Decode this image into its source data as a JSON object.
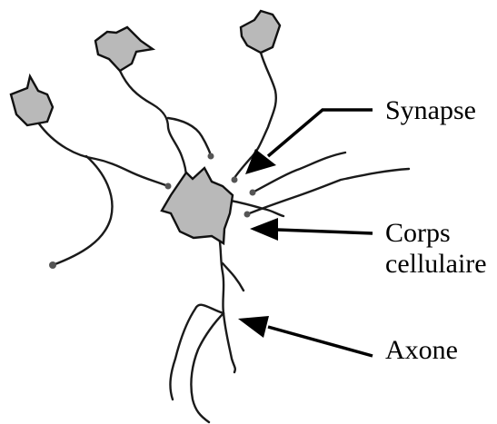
{
  "labels": {
    "synapse": "Synapse",
    "corps_line1": "Corps",
    "corps_line2": "cellulaire",
    "axone": "Axone"
  }
}
